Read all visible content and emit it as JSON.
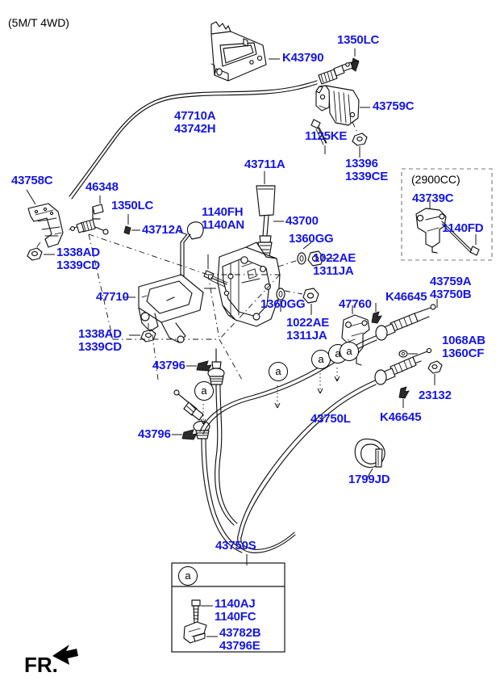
{
  "diagram": {
    "title": "(5M/T 4WD)",
    "direction_marker": "FR.",
    "inset_title": "(2900CC)",
    "callout_symbol": "a"
  },
  "labels": {
    "cable_upper_a": "47710A",
    "cable_upper_b": "43742H",
    "bracket_k43790": "K43790",
    "clip_1350lc_top": "1350LC",
    "clamp_43759c": "43759C",
    "bolt_1125ke": "1125KE",
    "nut_13396": "13396",
    "nut_1339ce": "1339CE",
    "bracket_43758c": "43758C",
    "rod_46348": "46348",
    "clip_1350lc_left": "1350LC",
    "knob_43711a": "43711A",
    "washer_1338ad_top": "1338AD",
    "washer_1339cd_top": "1339CD",
    "boot_43712a": "43712A",
    "bolt_1140fh": "1140FH",
    "bolt_1140an": "1140AN",
    "lever_43700": "43700",
    "washer_1360gg_top": "1360GG",
    "nut_1022ae_top": "1022AE",
    "nut_1311ja_top": "1311JA",
    "housing_47710": "47710",
    "washer_1360gg_bot": "1360GG",
    "nut_1022ae_bot": "1022AE",
    "nut_1311ja_bot": "1311JA",
    "washer_1338ad_bot": "1338AD",
    "washer_1339cd_bot": "1339CD",
    "clip_43796_upper": "43796",
    "clip_43796_lower": "43796",
    "bracket_47760": "47760",
    "clip_k46645_upper": "K46645",
    "cable_43759a": "43759A",
    "cable_43750b": "43750B",
    "washer_1068ab": "1068AB",
    "washer_1360cf": "1360CF",
    "nut_23132": "23132",
    "cable_43750l": "43750L",
    "clip_k46645_lower": "K46645",
    "clamp_1799jd": "1799JD",
    "cable_43750s": "43750S",
    "inset_bracket_43739c": "43739C",
    "inset_bolt_1140fd": "1140FD"
  },
  "legend": {
    "marker": "a",
    "items": [
      {
        "top": "1140AJ",
        "bottom": "1140FC"
      },
      {
        "top": "43782B",
        "bottom": "43796E"
      }
    ]
  },
  "colors": {
    "label_blue": "#1515e6",
    "line_black": "#111111",
    "background": "#ffffff"
  }
}
